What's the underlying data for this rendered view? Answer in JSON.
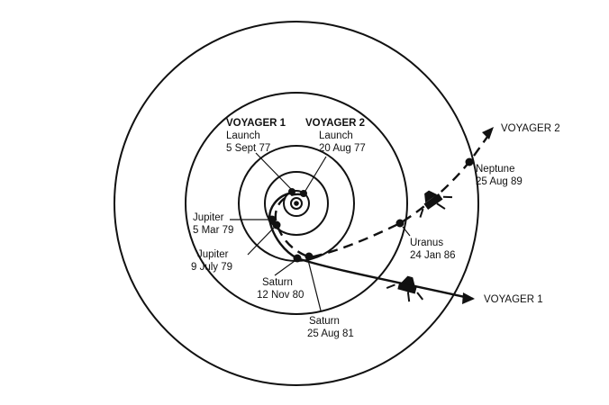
{
  "labels": {
    "v1_head": "VOYAGER 1",
    "v1_launch_1": "Launch",
    "v1_launch_2": "5 Sept 77",
    "v2_head": "VOYAGER 2",
    "v2_launch_1": "Launch",
    "v2_launch_2": "20 Aug 77",
    "jup_v1_1": "Jupiter",
    "jup_v1_2": "5 Mar 79",
    "jup_v2_1": "Jupiter",
    "jup_v2_2": "9 July 79",
    "sat_v1_1": "Saturn",
    "sat_v1_2": "12 Nov 80",
    "sat_v2_1": "Saturn",
    "sat_v2_2": "25 Aug 81",
    "ura_1": "Uranus",
    "ura_2": "24 Jan 86",
    "nep_1": "Neptune",
    "nep_2": "25 Aug 89",
    "v1_exit": "VOYAGER 1",
    "v2_exit": "VOYAGER 2"
  },
  "colors": {
    "ink": "#111111",
    "background": "#ffffff"
  }
}
